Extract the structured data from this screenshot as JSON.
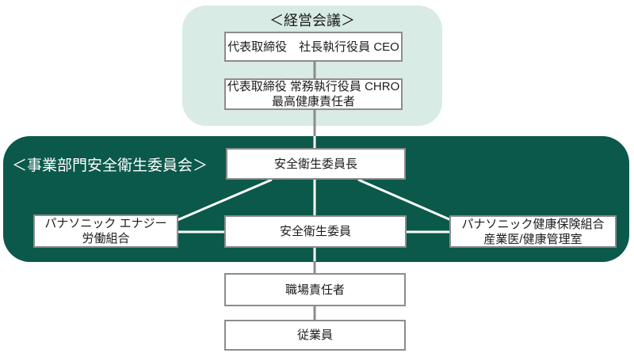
{
  "diagram": {
    "type": "org-chart",
    "management_panel": {
      "title": "＜経営会議＞",
      "nodes": {
        "ceo": "代表取締役　社長執行役員 CEO",
        "chro": {
          "line1": "代表取締役 常務執行役員 CHRO",
          "line2": "最高健康責任者"
        }
      }
    },
    "committee_panel": {
      "title": "＜事業部門安全衛生委員会＞",
      "nodes": {
        "chair": "安全衛生委員長",
        "union": {
          "line1": "パナソニック エナジー",
          "line2": "労働組合"
        },
        "member": "安全衛生委員",
        "insurance": {
          "line1": "パナソニック健康保険組合",
          "line2": "産業医/健康管理室"
        }
      }
    },
    "lower_nodes": {
      "workplace": "職場責任者",
      "employee": "従業員"
    },
    "edges": [
      {
        "from": "ceo",
        "to": "chro"
      },
      {
        "from": "chro",
        "to": "chair"
      },
      {
        "from": "chair",
        "to": "union"
      },
      {
        "from": "chair",
        "to": "member"
      },
      {
        "from": "chair",
        "to": "insurance"
      },
      {
        "from": "union",
        "to": "member"
      },
      {
        "from": "member",
        "to": "insurance"
      },
      {
        "from": "member",
        "to": "workplace"
      },
      {
        "from": "workplace",
        "to": "employee"
      }
    ],
    "colors": {
      "management_panel_bg": "#d8ebe4",
      "committee_panel_bg": "#0b594a",
      "node_border": "#8c8c8c",
      "connector_gray": "#8c8c8c",
      "connector_white": "#ffffff",
      "node_bg": "#ffffff"
    }
  }
}
